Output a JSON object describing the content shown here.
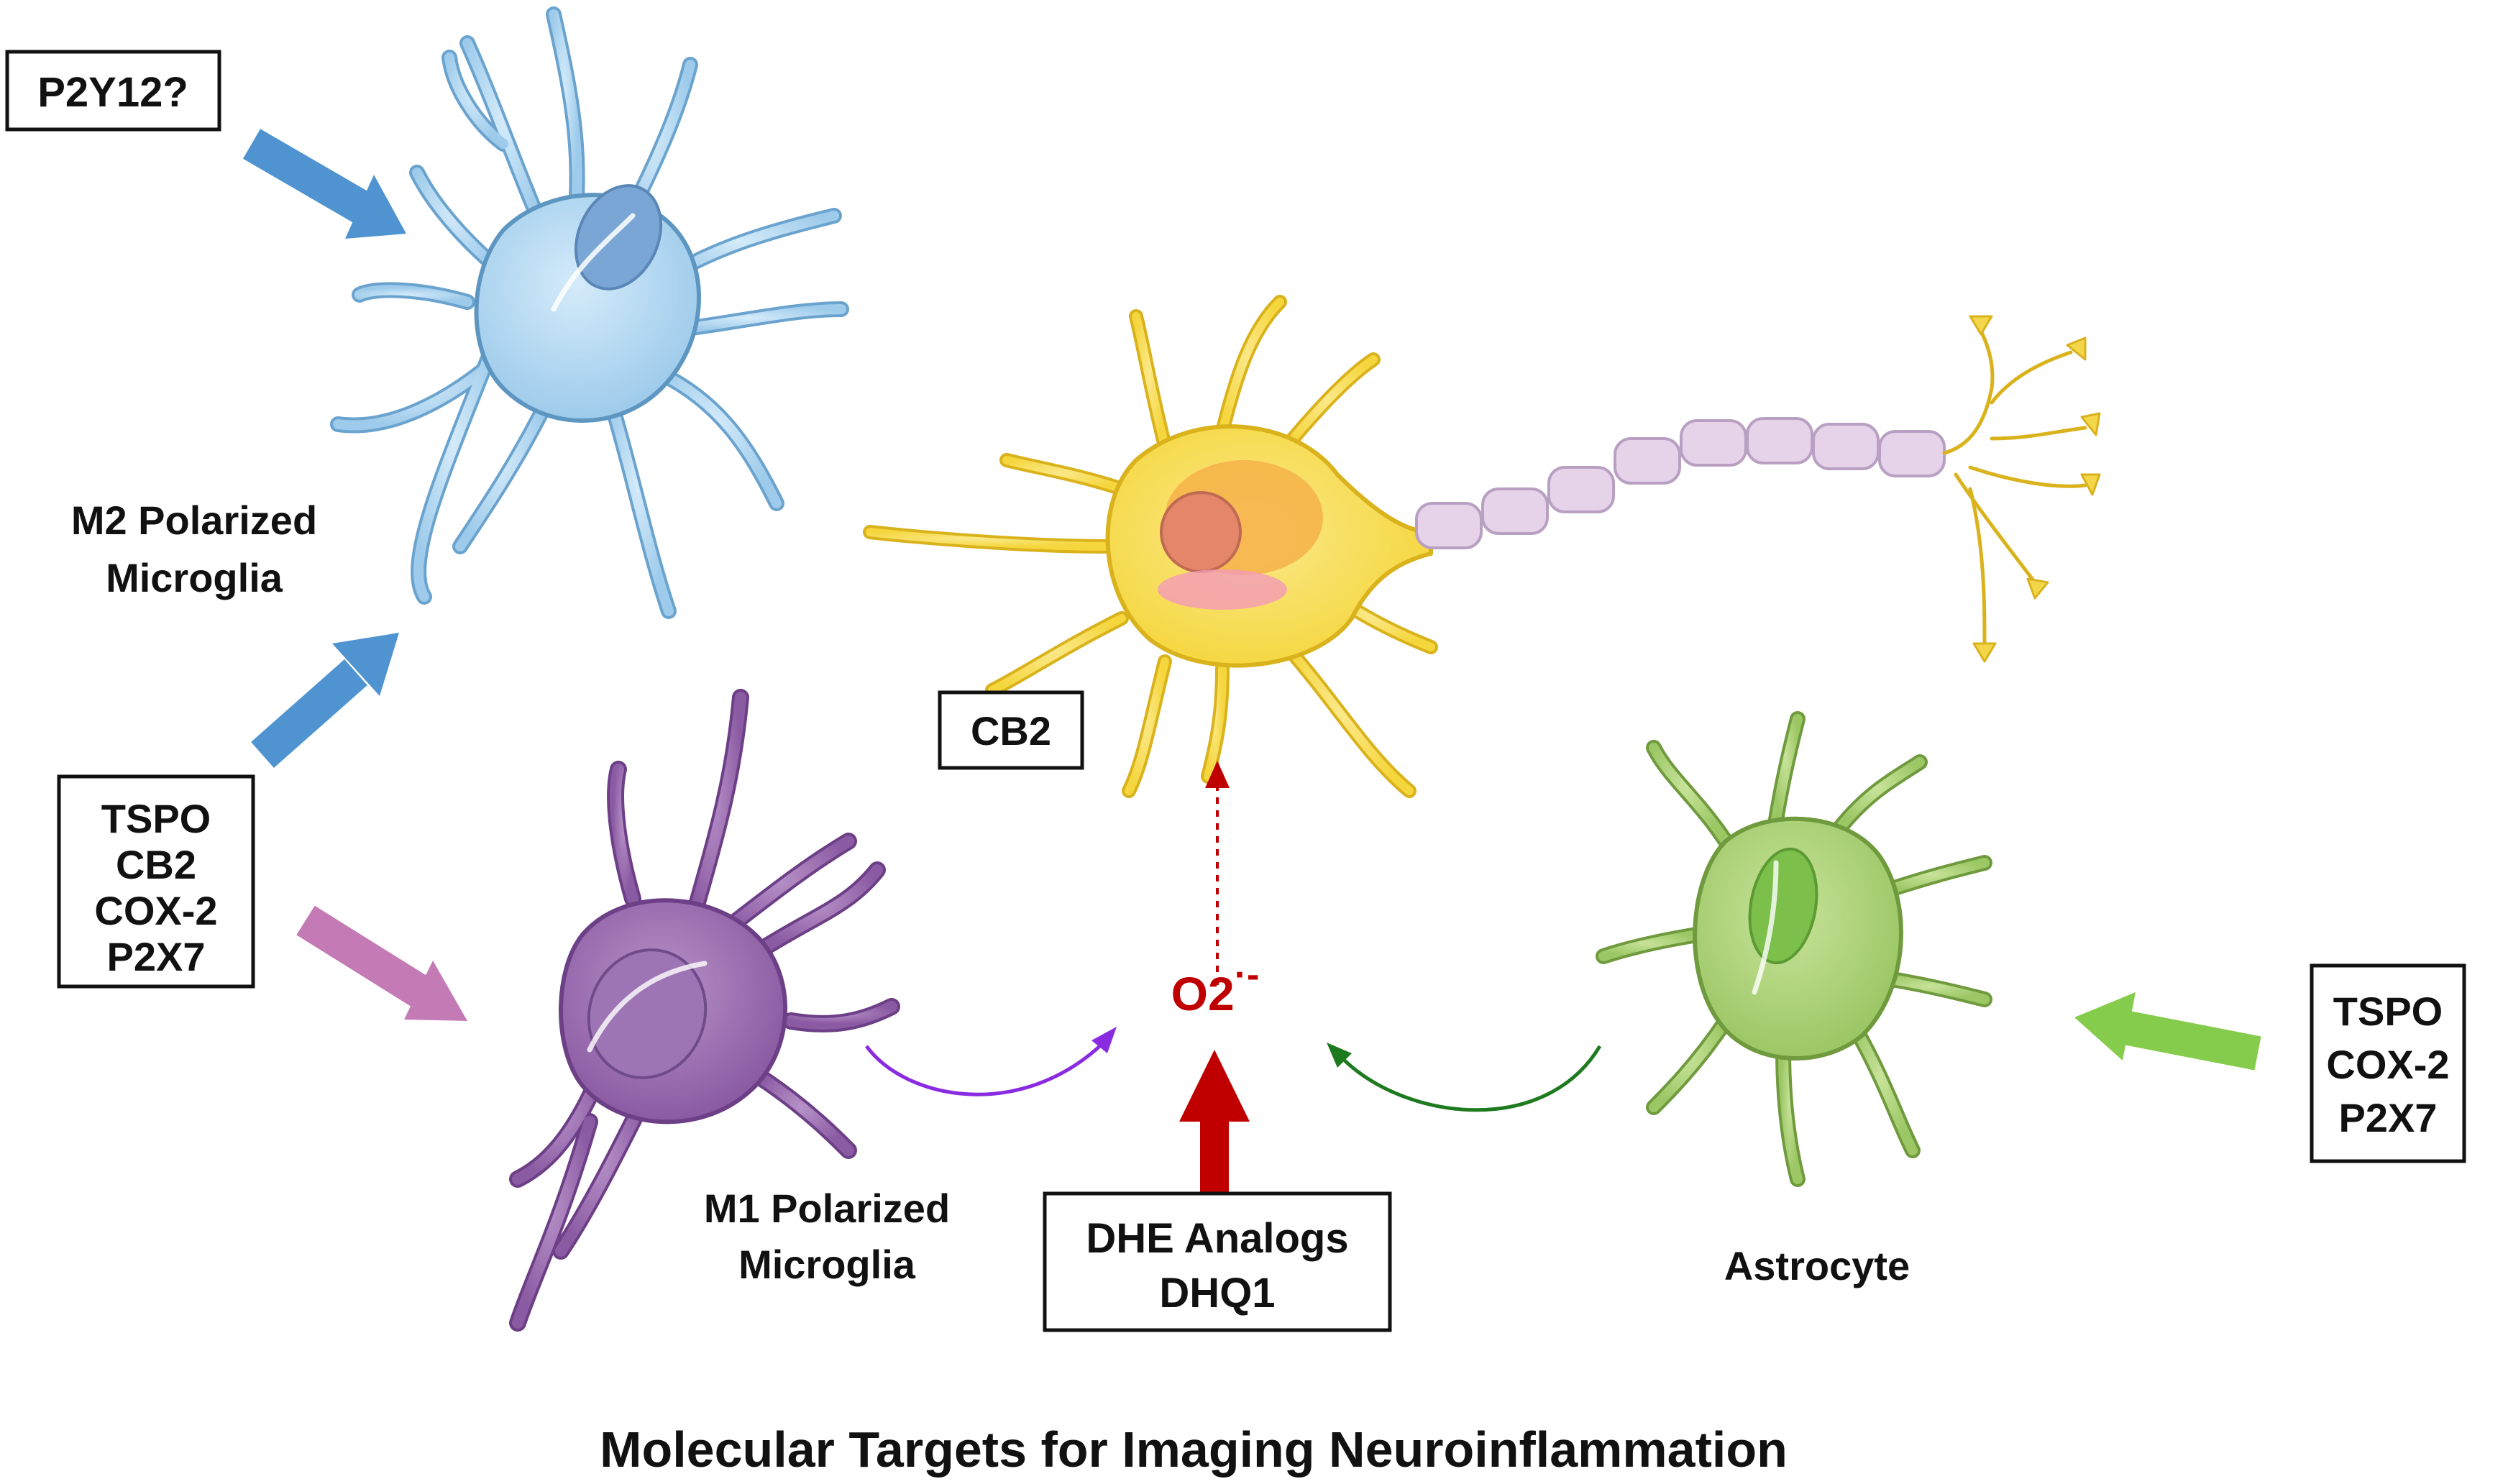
{
  "title": "Molecular Targets for Imaging Neuroinflammation",
  "cells": {
    "m2": {
      "line1": "M2 Polarized",
      "line2": "Microglia"
    },
    "m1": {
      "line1": "M1 Polarized",
      "line2": "Microglia"
    },
    "astrocyte": {
      "label": "Astrocyte"
    }
  },
  "boxes": {
    "p2y12": {
      "line1": "P2Y12?"
    },
    "microglia_targets": {
      "line1": "TSPO",
      "line2": "CB2",
      "line3": "COX-2",
      "line4": "P2X7"
    },
    "cb2": {
      "line1": "CB2"
    },
    "probes": {
      "line1": "DHE Analogs",
      "line2": "DHQ1"
    },
    "astro_targets": {
      "line1": "TSPO",
      "line2": "COX-2",
      "line3": "P2X7"
    }
  },
  "superoxide": {
    "base": "O2",
    "charge": "·-"
  },
  "colors": {
    "m2_cell": "#a9d3ef",
    "m1_cell": "#9b6bb0",
    "astrocyte_cell": "#a9cf72",
    "neuron_cell": "#f7de52",
    "myelin": "#e6d3ea",
    "blue_arrow": "#4f94d0",
    "pink_arrow": "#c47ab4",
    "green_arrow": "#86cc4c",
    "red": "#c00000",
    "m1_curve": "#8a2be2",
    "astro_curve": "#1e7a1e"
  }
}
